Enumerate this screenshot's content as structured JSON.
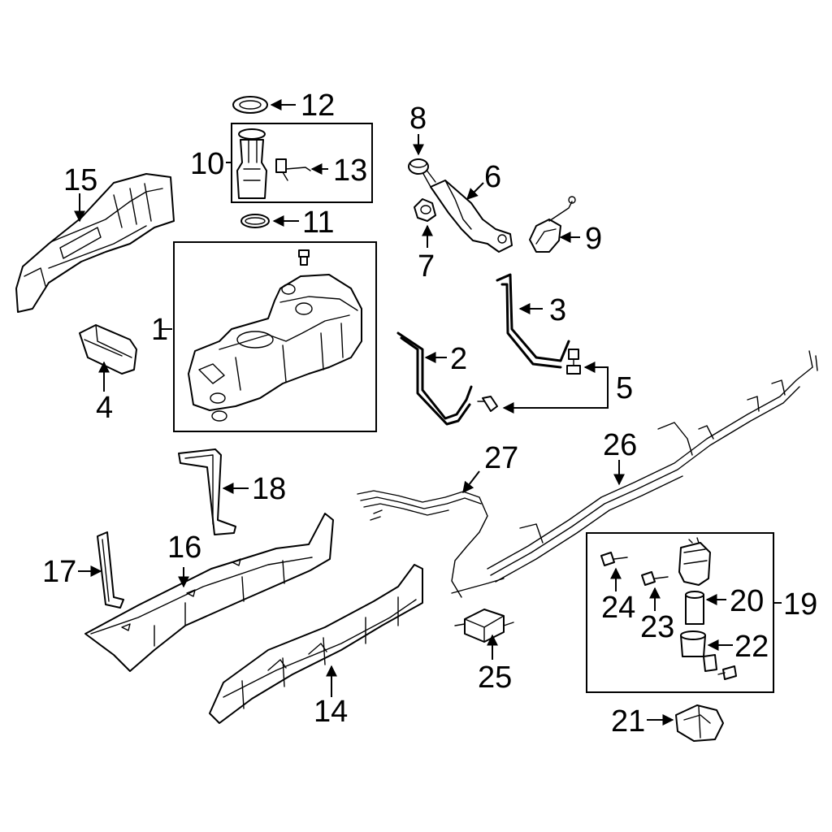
{
  "diagram": {
    "colors": {
      "line": "#000000",
      "background": "#ffffff"
    },
    "callouts": {
      "c1": "1",
      "c2": "2",
      "c3": "3",
      "c4": "4",
      "c5": "5",
      "c6": "6",
      "c7": "7",
      "c8": "8",
      "c9": "9",
      "c10": "10",
      "c11": "11",
      "c12": "12",
      "c13": "13",
      "c14": "14",
      "c15": "15",
      "c16": "16",
      "c17": "17",
      "c18": "18",
      "c19": "19",
      "c20": "20",
      "c21": "21",
      "c22": "22",
      "c23": "23",
      "c24": "24",
      "c25": "25",
      "c26": "26",
      "c27": "27"
    }
  }
}
